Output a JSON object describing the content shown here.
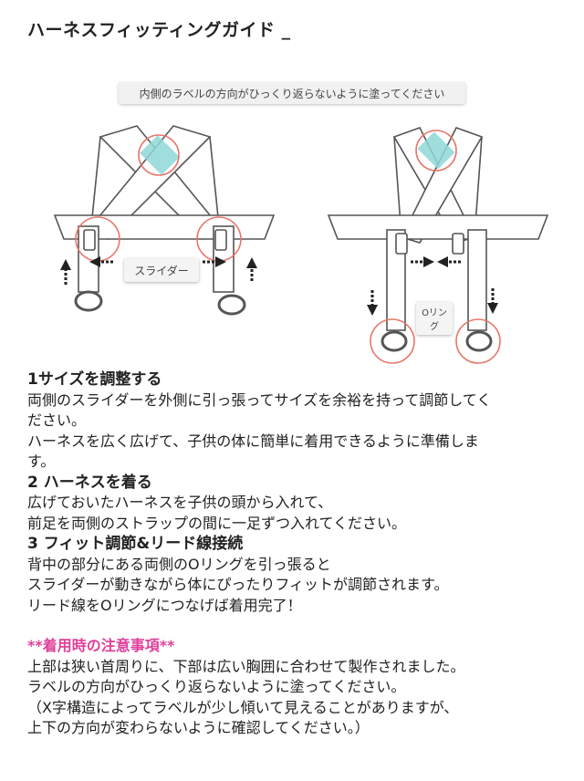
{
  "title": "ハーネスフィッティングガイド _",
  "tooltip": "内側のラベルの方向がひっくり返らないように塗ってください",
  "callouts": {
    "slider": "スライダー",
    "oring_line1": "Oリン",
    "oring_line2": "グ"
  },
  "steps": [
    {
      "heading": "1サイズを調整する",
      "lines": [
        "両側のスライダーを外側に引っ張ってサイズを余裕を持って調節してく",
        "ださい。",
        "ハーネスを広く広げて、子供の体に簡単に着用できるように準備しま",
        "す。"
      ]
    },
    {
      "heading": "2 ハーネスを着る",
      "lines": [
        "広げておいたハーネスを子供の頭から入れて、",
        "前足を両側のストラップの間に一足ずつ入れてください。"
      ]
    },
    {
      "heading": "3 フィット調節&リード線接続",
      "lines": [
        "背中の部分にある両側のOリングを引っ張ると",
        "スライダーが動きながら体にぴったりフィットが調節されます。",
        "リード線をOリングにつなげば着用完了！"
      ]
    }
  ],
  "caution": {
    "heading": "**着用時の注意事項**",
    "lines": [
      "上部は狭い首周りに、下部は広い胸囲に合わせて製作されました。",
      "ラベルの方向がひっくり返らないように塗ってください。",
      "（X字構造によってラベルが少し傾いて見えることがありますが、",
      "上下の方向が変わらないように確認してください。）"
    ]
  },
  "colors": {
    "accent": "#e0409a",
    "highlight_ring": "#e8766a",
    "label_patch": "#8fd8d8"
  }
}
